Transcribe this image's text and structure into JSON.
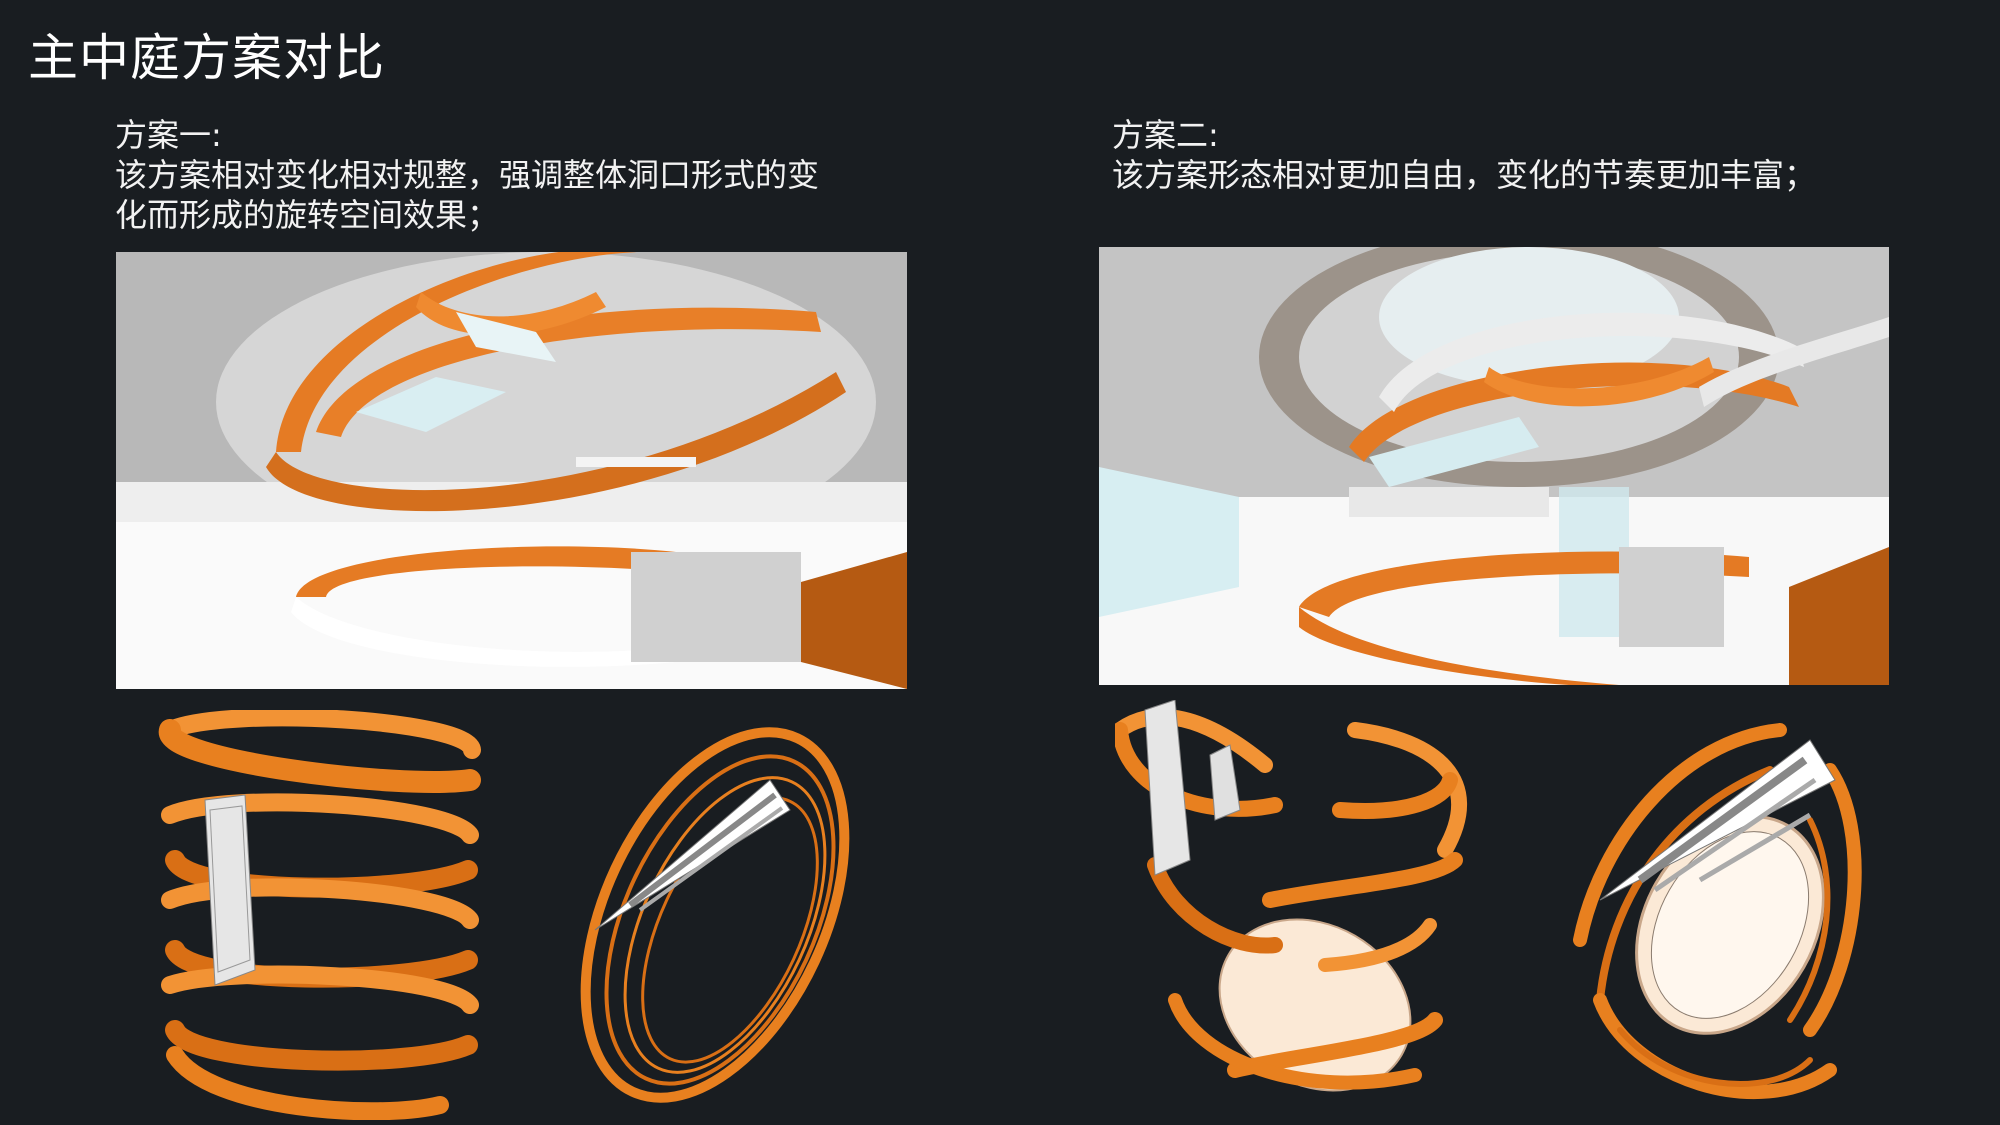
{
  "title": "主中庭方案对比",
  "schemes": [
    {
      "label": "方案一:",
      "description": "该方案相对变化相对规整，强调整体洞口形式的变\n化而形成的旋转空间效果；"
    },
    {
      "label": "方案二:",
      "description": "该方案形态相对更加自由，变化的节奏更加丰富；"
    }
  ],
  "colors": {
    "background": "#191d21",
    "ribbon_orange": "#e87b22",
    "ribbon_dark": "#b55a12",
    "ceiling_gray": "#bdbdbd",
    "floor_white": "#ffffff",
    "glass": "#bfe3ea",
    "disc_cream": "#fbe9d6"
  }
}
